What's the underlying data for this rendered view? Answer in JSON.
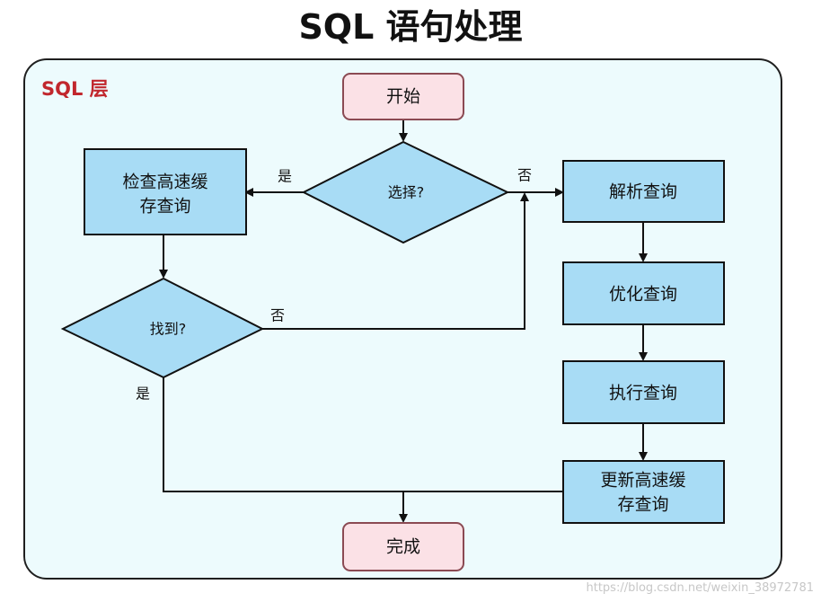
{
  "title": "SQL 语句处理",
  "layer_label": "SQL 层",
  "nodes": {
    "start": "开始",
    "select": "选择?",
    "check_cache_line1": "检查高速缓",
    "check_cache_line2": "存查询",
    "found": "找到?",
    "parse": "解析查询",
    "optimize": "优化查询",
    "execute": "执行查询",
    "update_cache_line1": "更新高速缓",
    "update_cache_line2": "存查询",
    "done": "完成"
  },
  "edge_labels": {
    "select_yes": "是",
    "select_no": "否",
    "found_no": "否",
    "found_yes": "是"
  },
  "colors": {
    "title": "#111111",
    "layer_label": "#c1272d",
    "frame_fill": "#edfbfd",
    "process_fill": "#a8dcf5",
    "terminal_fill": "#fbe1e6",
    "terminal_border": "#8b4a53",
    "line": "#111111"
  },
  "watermark": "https://blog.csdn.net/weixin_38972781"
}
